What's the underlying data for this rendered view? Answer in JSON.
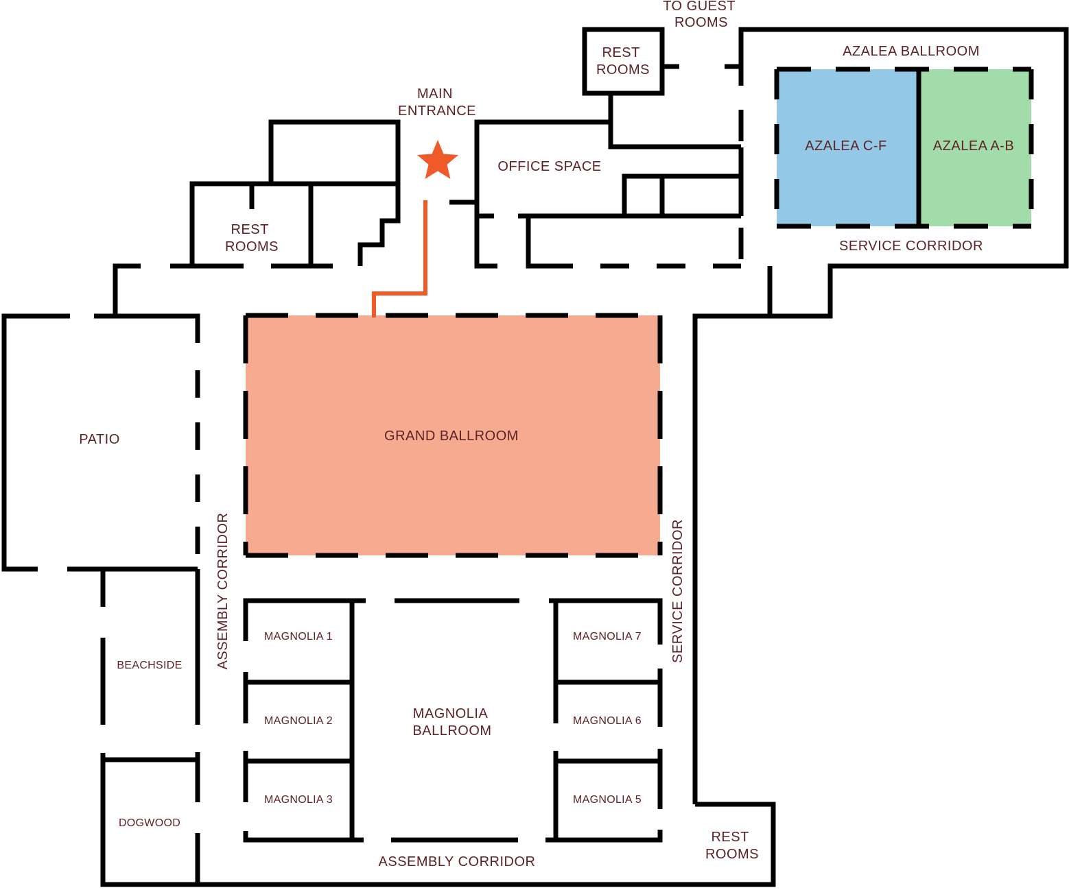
{
  "colors": {
    "grand_ballroom_fill": "#f6aa8f",
    "azalea_cf_fill": "#93c9e6",
    "azalea_ab_fill": "#a3dcab",
    "route_and_star": "#f05a28",
    "walls": "#000000",
    "label_text": "#5c2226"
  },
  "labels": {
    "to_guest_rooms": [
      "TO GUEST",
      "ROOMS"
    ],
    "rest_rooms_top": [
      "REST",
      "ROOMS"
    ],
    "azalea_ballroom": "AZALEA BALLROOM",
    "main_entrance": [
      "MAIN",
      "ENTRANCE"
    ],
    "office_space": "OFFICE SPACE",
    "azalea_cf": "AZALEA C-F",
    "azalea_ab": "AZALEA A-B",
    "rest_rooms_left": [
      "REST",
      "ROOMS"
    ],
    "service_corridor_top": "SERVICE CORRIDOR",
    "patio": "PATIO",
    "grand_ballroom": "GRAND BALLROOM",
    "assembly_corridor_vertical": "ASSEMBLY CORRIDOR",
    "service_corridor_vertical": "SERVICE CORRIDOR",
    "magnolia_1": "MAGNOLIA 1",
    "magnolia_2": "MAGNOLIA 2",
    "magnolia_3": "MAGNOLIA 3",
    "magnolia_5": "MAGNOLIA 5",
    "magnolia_6": "MAGNOLIA 6",
    "magnolia_7": "MAGNOLIA 7",
    "magnolia_ballroom": [
      "MAGNOLIA",
      "BALLROOM"
    ],
    "beachside": "BEACHSIDE",
    "dogwood": "DOGWOOD",
    "assembly_corridor_bottom": "ASSEMBLY CORRIDOR",
    "rest_rooms_bottom": [
      "REST",
      "ROOMS"
    ]
  },
  "icons": {
    "main_entrance_marker": "star-icon"
  }
}
